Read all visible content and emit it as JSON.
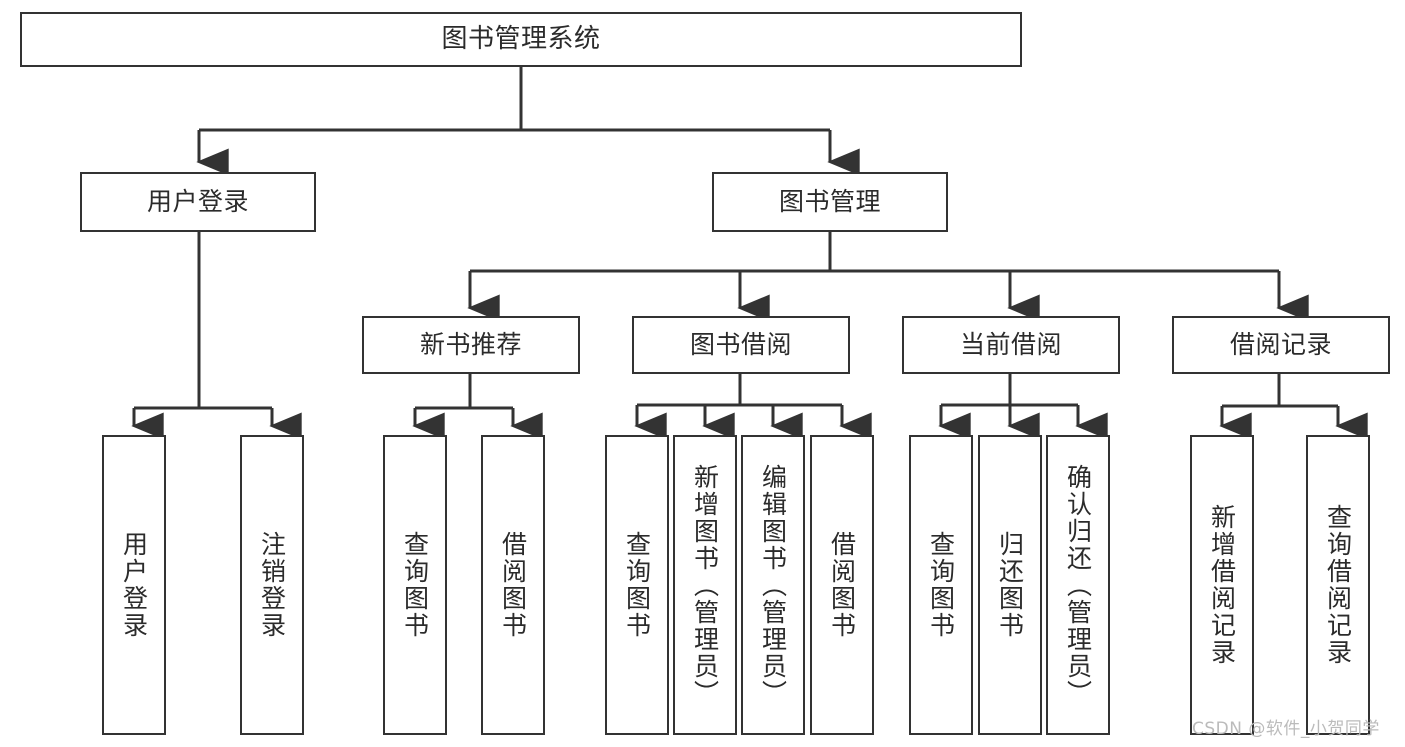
{
  "diagram": {
    "title": "图书管理系统",
    "type": "tree-hierarchy",
    "watermark": "CSDN @软件_小贺同学",
    "colors": {
      "box_border": "#333333",
      "box_fill": "#ffffff",
      "text": "#2b2b2b",
      "connector": "#333333",
      "watermark": "#bbbbbb",
      "background": "#ffffff"
    },
    "root": {
      "label": "图书管理系统"
    },
    "level2": [
      {
        "label": "用户登录"
      },
      {
        "label": "图书管理"
      }
    ],
    "level3": [
      {
        "label": "新书推荐"
      },
      {
        "label": "图书借阅"
      },
      {
        "label": "当前借阅"
      },
      {
        "label": "借阅记录"
      }
    ],
    "leaves": {
      "user_login": [
        {
          "label": "用户登录"
        },
        {
          "label": "注销登录"
        }
      ],
      "new_book_recommend": [
        {
          "label": "查询图书"
        },
        {
          "label": "借阅图书"
        }
      ],
      "book_borrow": [
        {
          "label": "查询图书"
        },
        {
          "label": "新增图书（管理员）"
        },
        {
          "label": "编辑图书（管理员）"
        },
        {
          "label": "借阅图书"
        }
      ],
      "current_borrow": [
        {
          "label": "查询图书"
        },
        {
          "label": "归还图书"
        },
        {
          "label": "确认归还（管理员）"
        }
      ],
      "borrow_record": [
        {
          "label": "新增借阅记录"
        },
        {
          "label": "查询借阅记录"
        }
      ]
    }
  }
}
